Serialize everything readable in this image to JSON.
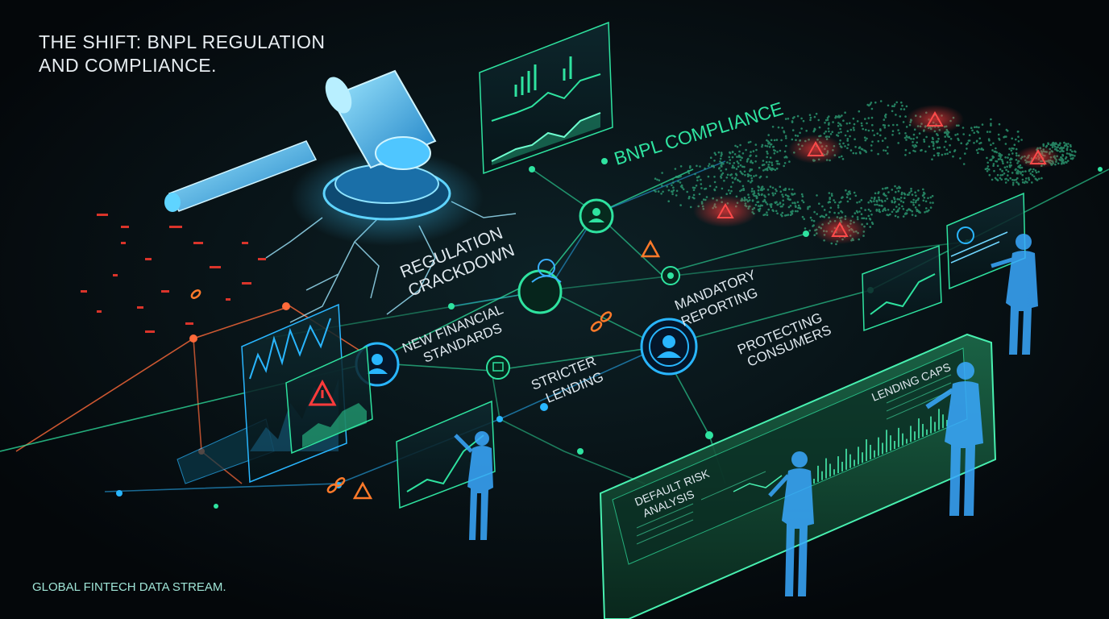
{
  "title": "THE SHIFT: BNPL REGULATION\nAND COMPLIANCE.",
  "footer": "GLOBAL FINTECH DATA STREAM.",
  "labels": {
    "compliance": "BNPL COMPLIANCE",
    "regulation_line1": "REGULATION",
    "regulation_line2": "CRACKDOWN",
    "standards_line1": "NEW FINANCIAL",
    "standards_line2": "STANDARDS",
    "reporting_line1": "MANDATORY",
    "reporting_line2": "REPORTING",
    "stricter_line1": "STRICTER",
    "stricter_line2": "LENDING",
    "protecting_line1": "PROTECTING",
    "protecting_line2": "CONSUMERS",
    "lending_caps": "LENDING CAPS",
    "default_risk_line1": "DEFAULT RISK",
    "default_risk_line2": "ANALYSIS"
  },
  "colors": {
    "background": "#05090c",
    "cyan": "#29b6ff",
    "green": "#2fe3a0",
    "red": "#ff3b3b",
    "orange": "#ff7a2a",
    "figure": "#3aa9ff"
  },
  "icons": [
    "gavel-icon",
    "user-node-icon",
    "warning-icon",
    "link-icon",
    "world-map-icon"
  ]
}
